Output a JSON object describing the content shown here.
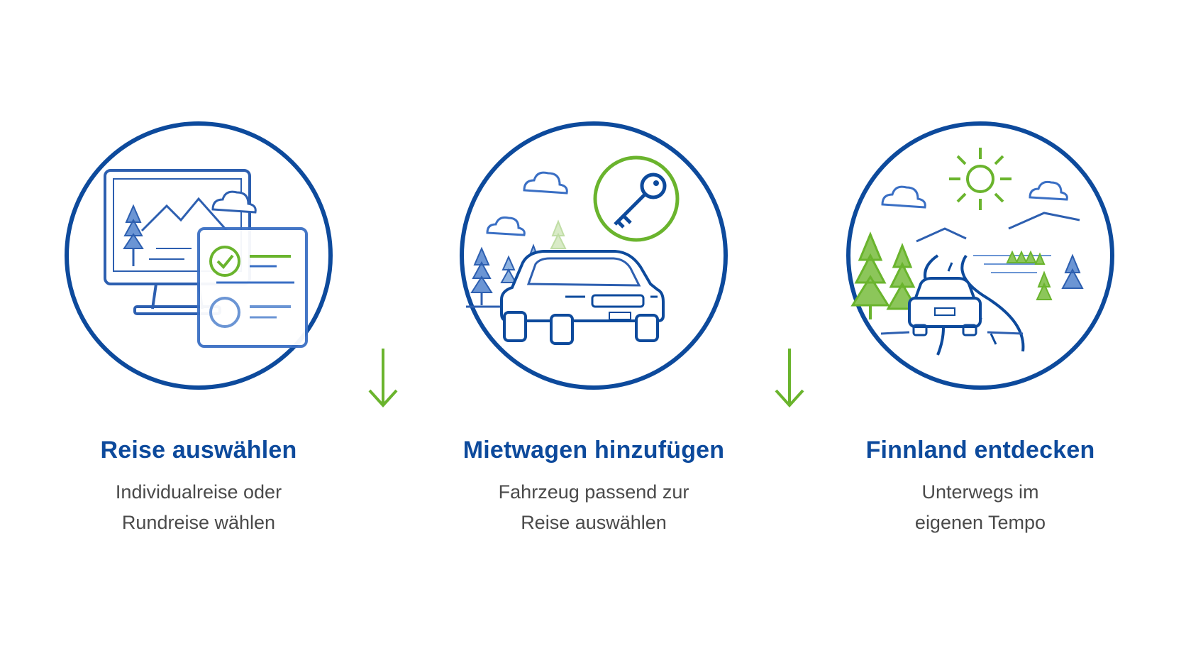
{
  "colors": {
    "primary": "#0d4a9c",
    "accent": "#6ab42d",
    "text": "#4a4a4a",
    "light_blue": "#3a6fc4"
  },
  "steps": [
    {
      "title": "Reise auswählen",
      "desc_lines": [
        "Individualreise oder",
        "Rundreise wählen"
      ],
      "icon": "monitor-with-checklist-icon"
    },
    {
      "title": "Mietwagen hinzufügen",
      "desc_lines": [
        "Fahrzeug passend zur",
        "Reise auswählen"
      ],
      "icon": "car-with-key-icon"
    },
    {
      "title": "Finnland entdecken",
      "desc_lines": [
        "Unterwegs im",
        "eigenen Tempo"
      ],
      "icon": "car-on-road-landscape-icon"
    }
  ],
  "connectors": [
    "arrow-down-icon",
    "arrow-down-icon"
  ]
}
